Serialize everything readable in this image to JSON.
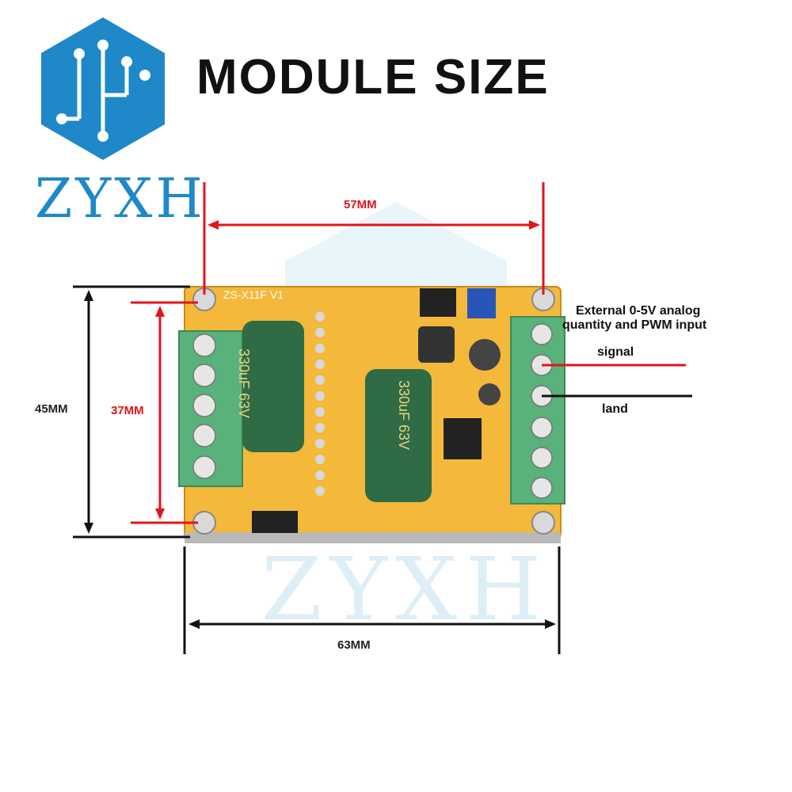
{
  "header": {
    "title": "MODULE SIZE"
  },
  "brand": {
    "name": "ZYXH",
    "accent": "#1e88c8"
  },
  "watermark": {
    "text": "ZYXH"
  },
  "board": {
    "silkscreen_model": "ZS-X11F V1",
    "cap_left": "330uF 63V",
    "cap_right": "330uF 63V"
  },
  "dimensions": {
    "width_top": "57MM",
    "height_left": "45MM",
    "height_inner": "37MM",
    "width_bottom": "63MM"
  },
  "annotations": {
    "input_line1": "External 0-5V analog",
    "input_line2": "quantity and PWM input",
    "signal": "signal",
    "land": "land"
  },
  "colors": {
    "dimension_red": "#e3141b",
    "dimension_black": "#111111",
    "board_yellow": "#f4b83a",
    "terminal_green": "#58b27a"
  }
}
